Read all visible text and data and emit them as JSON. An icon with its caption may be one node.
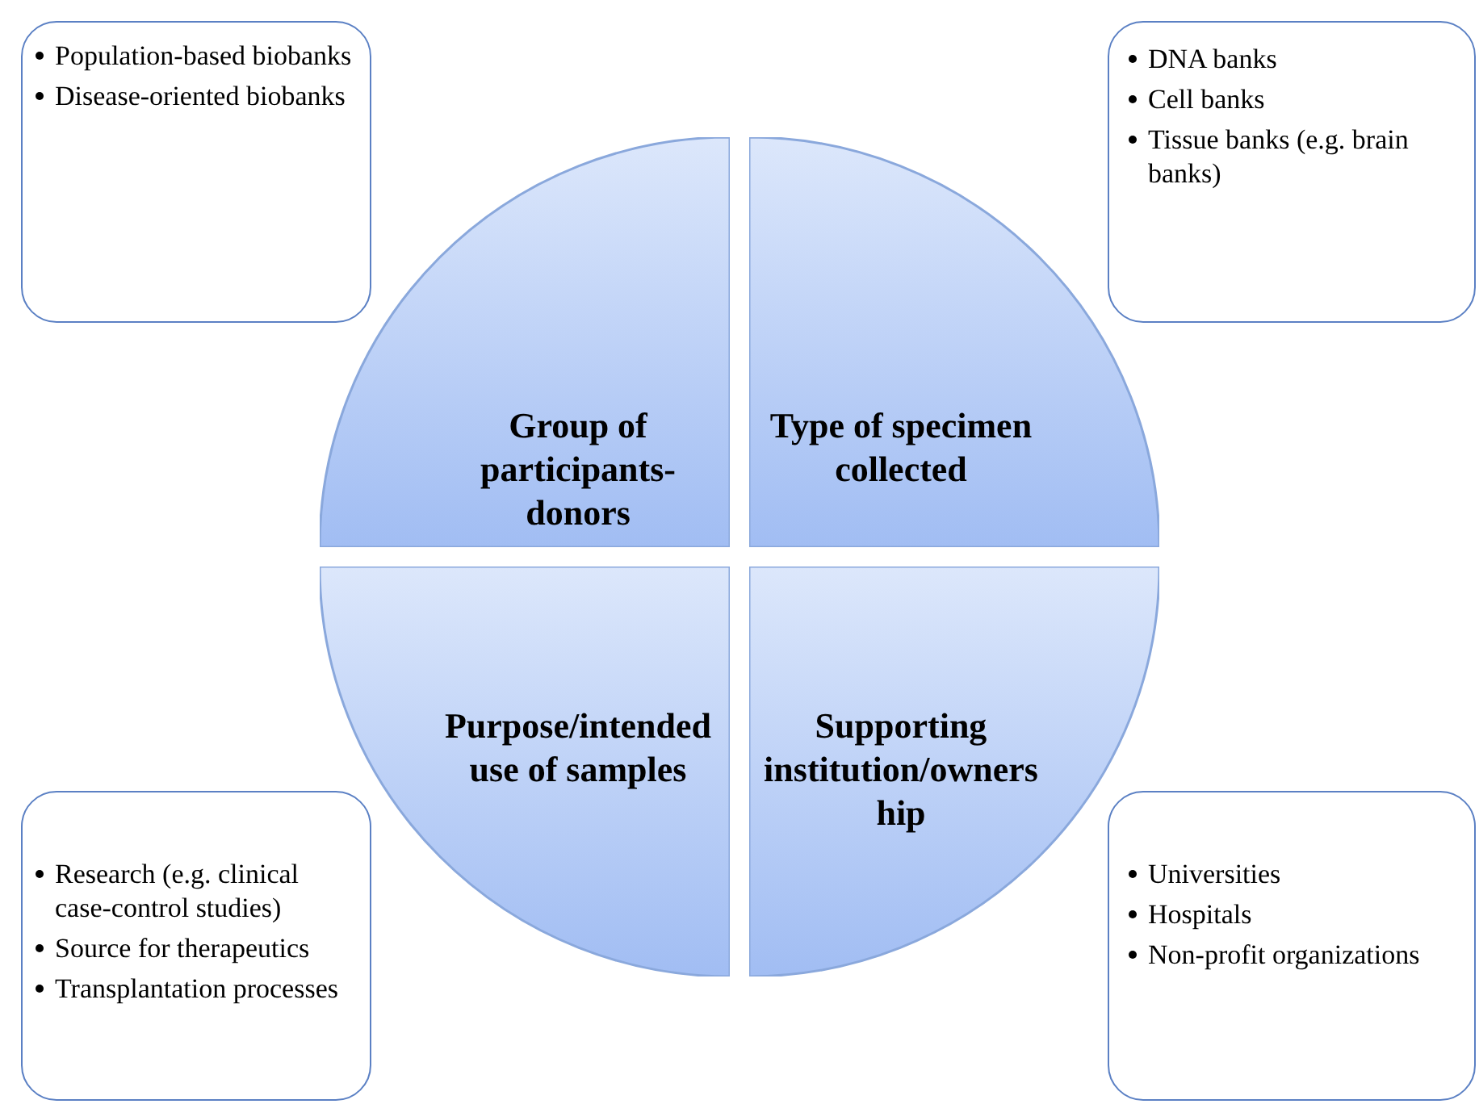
{
  "diagram": {
    "nodes": [
      {
        "text": [
          "Population-based biobanks",
          "Disease-oriented biobanks"
        ]
      },
      {
        "text": [
          "DNA banks",
          "Cell banks",
          "Tissue banks (e.g. brain banks)"
        ]
      },
      {
        "text": [
          "Group of participants-donors"
        ]
      },
      {
        "text": [
          "Type of specimen collected"
        ]
      },
      {
        "text": [
          "Purpose/intended use of samples"
        ]
      },
      {
        "text": [
          "Supporting institution/ownership"
        ]
      },
      {
        "text": [
          "Research (e.g. clinical case-control studies)",
          "Source for therapeutics",
          "Transplantation processes"
        ]
      },
      {
        "text": [
          "Universities",
          "Hospitals",
          "Non-profit organizations"
        ]
      }
    ]
  }
}
